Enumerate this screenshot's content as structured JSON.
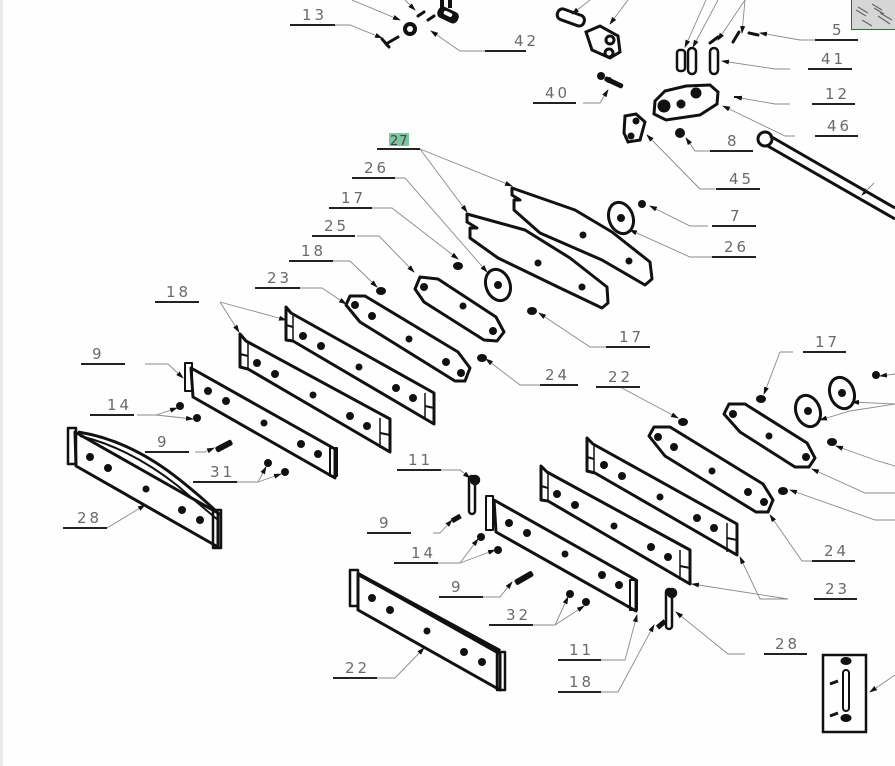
{
  "viewer": {
    "document_type": "exploded parts diagram",
    "highlighted_callout": "27",
    "highlight_color": "#7dc4a0",
    "thumbnail_border_color": "#2e6b3e"
  },
  "callouts": [
    {
      "id": "c13",
      "label": "13"
    },
    {
      "id": "c42",
      "label": "42"
    },
    {
      "id": "c40",
      "label": "40"
    },
    {
      "id": "c5",
      "label": "5"
    },
    {
      "id": "c41",
      "label": "41"
    },
    {
      "id": "c12",
      "label": "12"
    },
    {
      "id": "c46",
      "label": "46"
    },
    {
      "id": "c8",
      "label": "8"
    },
    {
      "id": "c45",
      "label": "45"
    },
    {
      "id": "c27",
      "label": "27"
    },
    {
      "id": "c26a",
      "label": "26"
    },
    {
      "id": "c7",
      "label": "7"
    },
    {
      "id": "c26b",
      "label": "26"
    },
    {
      "id": "c17a",
      "label": "17"
    },
    {
      "id": "c25",
      "label": "25"
    },
    {
      "id": "c17b",
      "label": "17"
    },
    {
      "id": "c18a",
      "label": "18"
    },
    {
      "id": "c24a",
      "label": "24"
    },
    {
      "id": "c23a",
      "label": "23"
    },
    {
      "id": "c18b",
      "label": "18"
    },
    {
      "id": "c22a",
      "label": "22"
    },
    {
      "id": "c9a",
      "label": "9"
    },
    {
      "id": "c14a",
      "label": "14"
    },
    {
      "id": "c9b",
      "label": "9"
    },
    {
      "id": "c31",
      "label": "31"
    },
    {
      "id": "c28a",
      "label": "28"
    },
    {
      "id": "c11a",
      "label": "11"
    },
    {
      "id": "c9c",
      "label": "9"
    },
    {
      "id": "c14b",
      "label": "14"
    },
    {
      "id": "c9d",
      "label": "9"
    },
    {
      "id": "c32",
      "label": "32"
    },
    {
      "id": "c22b",
      "label": "22"
    },
    {
      "id": "c11b",
      "label": "11"
    },
    {
      "id": "c18c",
      "label": "18"
    },
    {
      "id": "c17c",
      "label": "17"
    },
    {
      "id": "c24b",
      "label": "24"
    },
    {
      "id": "c23b",
      "label": "23"
    },
    {
      "id": "c28b",
      "label": "28"
    }
  ]
}
